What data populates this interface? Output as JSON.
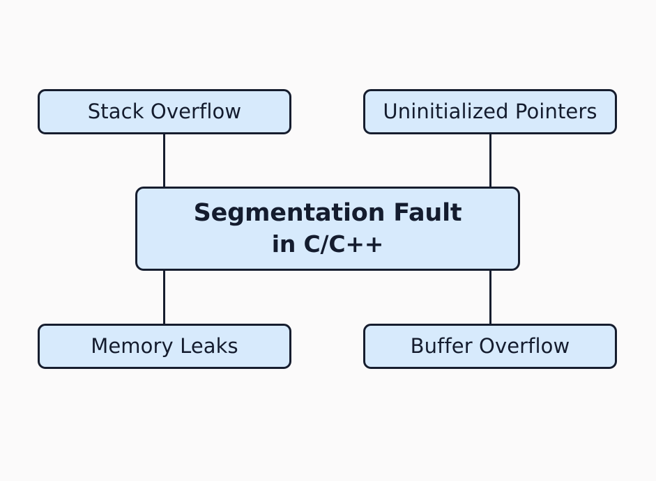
{
  "diagram": {
    "type": "concept-map",
    "background_color": "#fbfafa",
    "node_fill_color": "#d7eafc",
    "node_border_color": "#161d2e",
    "text_color": "#141c2e",
    "central_node": {
      "id": "segmentation-fault",
      "line_1": "Segmentation Fault",
      "line_2": "in C/C++"
    },
    "nodes": [
      {
        "id": "stack-overflow",
        "label": "Stack Overflow",
        "position": "top-left"
      },
      {
        "id": "uninitialized-pointers",
        "label": "Uninitialized Pointers",
        "position": "top-right"
      },
      {
        "id": "memory-leaks",
        "label": "Memory Leaks",
        "position": "bottom-left"
      },
      {
        "id": "buffer-overflow",
        "label": "Buffer Overflow",
        "position": "bottom-right"
      }
    ],
    "connectors": [
      {
        "id": "connector-stack-overflow",
        "from": "stack-overflow",
        "to": "segmentation-fault"
      },
      {
        "id": "connector-uninitialized-pointers",
        "from": "uninitialized-pointers",
        "to": "segmentation-fault"
      },
      {
        "id": "connector-memory-leaks",
        "from": "segmentation-fault",
        "to": "memory-leaks"
      },
      {
        "id": "connector-buffer-overflow",
        "from": "segmentation-fault",
        "to": "buffer-overflow"
      }
    ]
  }
}
